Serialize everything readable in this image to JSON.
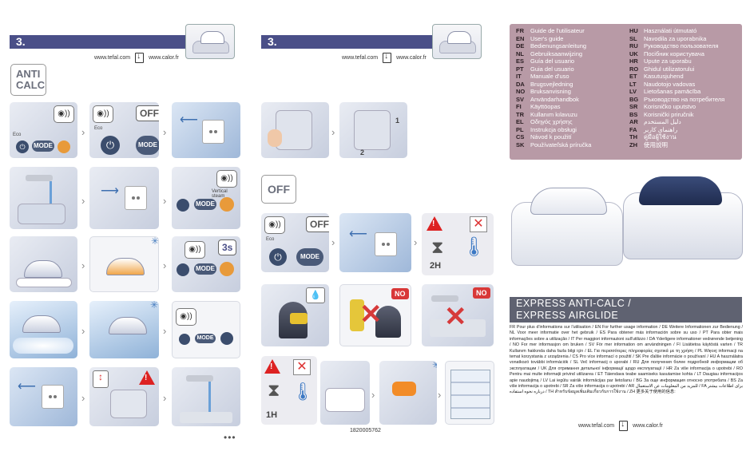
{
  "left_page": {
    "step": "3.",
    "website_1": "www.tefal.com",
    "website_2": "www.calor.fr",
    "anticalc_line1": "ANTI",
    "anticalc_line2": "CALC",
    "labels": {
      "eco": "Eco",
      "mode": "MODE",
      "off": "OFF",
      "seconds": "3s",
      "turbo": "Vertical steam"
    },
    "more": "•••"
  },
  "middle_page": {
    "step": "3.",
    "website_1": "www.tefal.com",
    "website_2": "www.calor.fr",
    "off_big": "OFF",
    "labels": {
      "eco": "Eco",
      "mode": "MODE",
      "off": "OFF",
      "no": "NO",
      "hours_2": "2H",
      "hours_1": "1H",
      "step_1": "1",
      "step_2": "2"
    },
    "barcode": "1820005762"
  },
  "right_page": {
    "languages_left": [
      {
        "code": "FR",
        "name": "Guide de l'utilisateur"
      },
      {
        "code": "EN",
        "name": "User's guide"
      },
      {
        "code": "DE",
        "name": "Bedienungsanleitung"
      },
      {
        "code": "NL",
        "name": "Gebruiksaanwijzing"
      },
      {
        "code": "ES",
        "name": "Guía del usuario"
      },
      {
        "code": "PT",
        "name": "Guia del usuario"
      },
      {
        "code": "IT",
        "name": "Manuale d'uso"
      },
      {
        "code": "DA",
        "name": "Brugsvejledning"
      },
      {
        "code": "NO",
        "name": "Bruksanvisning"
      },
      {
        "code": "SV",
        "name": "Användarhandbok"
      },
      {
        "code": "FI",
        "name": "Käyttöopas"
      },
      {
        "code": "TR",
        "name": "Kullanım kılavuzu"
      },
      {
        "code": "EL",
        "name": "Οδηγός χρήσης"
      },
      {
        "code": "PL",
        "name": "Instrukcja obsługi"
      },
      {
        "code": "CS",
        "name": "Návod k použití"
      },
      {
        "code": "SK",
        "name": "Používateľská príručka"
      }
    ],
    "languages_right": [
      {
        "code": "HU",
        "name": "Használati útmutató"
      },
      {
        "code": "SL",
        "name": "Navodila za uporabnika"
      },
      {
        "code": "RU",
        "name": "Руководство пользователя"
      },
      {
        "code": "UK",
        "name": "Посібник користувача"
      },
      {
        "code": "HR",
        "name": "Upute za uporabu"
      },
      {
        "code": "RO",
        "name": "Ghidul utilizatorului"
      },
      {
        "code": "ET",
        "name": "Kasutusjuhend"
      },
      {
        "code": "LT",
        "name": "Naudotojo vadovas"
      },
      {
        "code": "LV",
        "name": "Lietošanas pamācība"
      },
      {
        "code": "BG",
        "name": "Ръководство на потребителя"
      },
      {
        "code": "SR",
        "name": "Korisničko uputstvo"
      },
      {
        "code": "BS",
        "name": "Korisnički priručnik"
      },
      {
        "code": "AR",
        "name": "دليل المستخدم"
      },
      {
        "code": "FA",
        "name": "راهنمای کاربر"
      },
      {
        "code": "TH",
        "name": "คู่มือผู้ใช้งาน"
      },
      {
        "code": "ZH",
        "name": "使用説明"
      }
    ],
    "title_line1": "EXPRESS ANTI-CALC /",
    "title_line2": "EXPRESS AIRGLIDE",
    "info_text": "FR Pour plus d'informations sur l'utilisation / EN For further usage information / DE Weitere Informationen zur Bedienung / NL Voor meer informatie over het gebruik / ES Para obtener más información sobre su uso / PT Para obter mais informações sobre a utilização / IT Per maggiori informazioni sull'utilizzo / DA Yderligere informationer vedrørende betjening / NO For mer informasjon om bruken / SV För mer information om användningen / FI Lisätietoa käytöstä varten / TR Kullanım hakkında daha fazla bilgi için / EL Για περισσότερες πληροφορίες σχετικά με τη χρήση / PL Więcej informacji na temat korzystania z urządzenia / CS Pro více informací o použití / SK Pre ďalšie informácie o používaní / HU A használatra vonatkozó további információk / SL Več informacij o uporabi / RU Для получения более подробной информации об эксплуатации / UK Для отримання детальної інформації щодо експлуатації / HR Za više informacija o upotrebi / RO Pentru mai multe informații privind utilizarea / ET Täiendava teabe saamiseks kasutamise kohta / LT Daugiau informacijos apie naudojimą / LV Lai iegūtu vairāk informācijas par lietošanu / BG За още информация относно употребата / BS Za više informacija o upotrebi / SR Za više informacija o upotrebi / AR للمزيد من المعلومات عن الاستعمال / FA برای اطلاعات بیشتر درباره نحوه استفاده / TH สำหรับข้อมูลเพิ่มเติมเกี่ยวกับการใช้งาน / ZH 更多关于使用的信息:",
    "website_1": "www.tefal.com",
    "website_2": "www.calor.fr"
  },
  "colors": {
    "step_bar": "#4a4f88",
    "lang_box": "#b89aa6",
    "title_bar": "#5f6271",
    "warning_red": "#d22222"
  }
}
